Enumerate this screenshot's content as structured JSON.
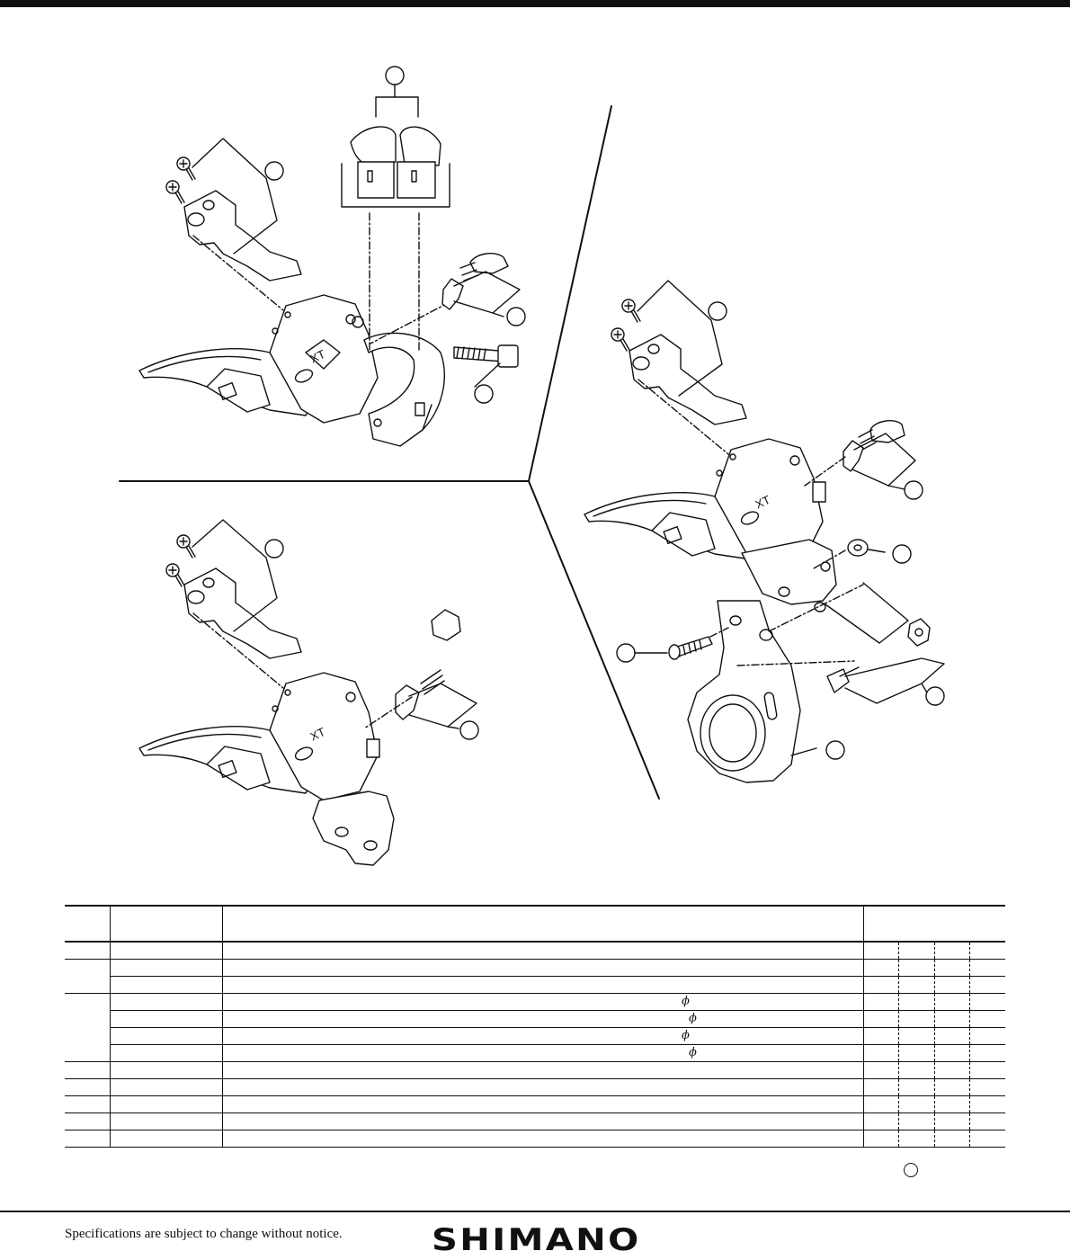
{
  "footer": {
    "notice": "Specifications are subject to change without notice.",
    "brand": "SHIMANO"
  },
  "parts_table": {
    "row_count": 12
  },
  "icons": {
    "callout": "circle-callout-icon",
    "diameter": "phi-symbol-icon"
  }
}
